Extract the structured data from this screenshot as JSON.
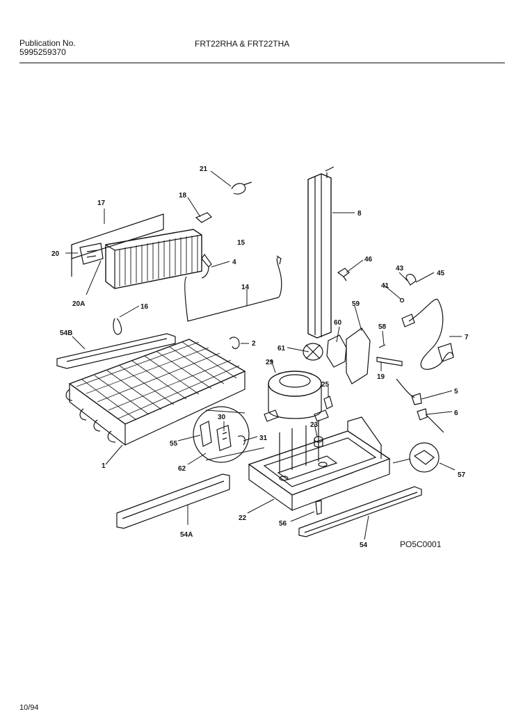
{
  "header": {
    "publication_label": "Publication No.",
    "publication_number": "5995259370",
    "model": "FRT22RHA & FRT22THA"
  },
  "diagram": {
    "labels": [
      {
        "id": "21",
        "text": "21"
      },
      {
        "id": "18",
        "text": "18"
      },
      {
        "id": "17",
        "text": "17"
      },
      {
        "id": "20",
        "text": "20"
      },
      {
        "id": "15",
        "text": "15"
      },
      {
        "id": "4",
        "text": "4"
      },
      {
        "id": "20A",
        "text": "20A"
      },
      {
        "id": "14",
        "text": "14"
      },
      {
        "id": "16",
        "text": "16"
      },
      {
        "id": "8",
        "text": "8"
      },
      {
        "id": "46",
        "text": "46"
      },
      {
        "id": "43",
        "text": "43"
      },
      {
        "id": "45",
        "text": "45"
      },
      {
        "id": "41",
        "text": "41"
      },
      {
        "id": "59",
        "text": "59"
      },
      {
        "id": "60",
        "text": "60"
      },
      {
        "id": "58",
        "text": "58"
      },
      {
        "id": "7",
        "text": "7"
      },
      {
        "id": "54B",
        "text": "54B"
      },
      {
        "id": "2",
        "text": "2"
      },
      {
        "id": "61",
        "text": "61"
      },
      {
        "id": "19",
        "text": "19"
      },
      {
        "id": "29",
        "text": "29"
      },
      {
        "id": "25",
        "text": "25"
      },
      {
        "id": "5",
        "text": "5"
      },
      {
        "id": "6",
        "text": "6"
      },
      {
        "id": "30",
        "text": "30"
      },
      {
        "id": "23",
        "text": "23"
      },
      {
        "id": "31",
        "text": "31"
      },
      {
        "id": "55",
        "text": "55"
      },
      {
        "id": "1",
        "text": "1"
      },
      {
        "id": "62",
        "text": "62"
      },
      {
        "id": "57",
        "text": "57"
      },
      {
        "id": "22",
        "text": "22"
      },
      {
        "id": "56",
        "text": "56"
      },
      {
        "id": "54A",
        "text": "54A"
      },
      {
        "id": "54",
        "text": "54"
      }
    ],
    "drawing_code": "PO5C0001"
  },
  "footer": {
    "date": "10/94"
  }
}
